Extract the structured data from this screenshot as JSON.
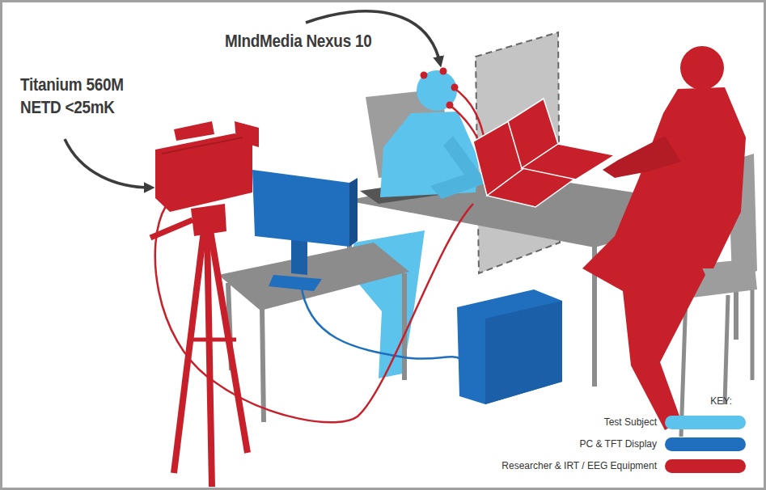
{
  "diagram": {
    "labels": [
      "Titanium 560M",
      "NETD <25mK",
      "MIndMedia Nexus 10",
      "KEY:"
    ],
    "legend": [
      {
        "text": "Test Subject",
        "color": "#5bc3ec"
      },
      {
        "text": "PC & TFT Display",
        "color": "#1f6fbe"
      },
      {
        "text": "Researcher & IRT / EEG Equipment",
        "color": "#c8202a"
      }
    ]
  }
}
